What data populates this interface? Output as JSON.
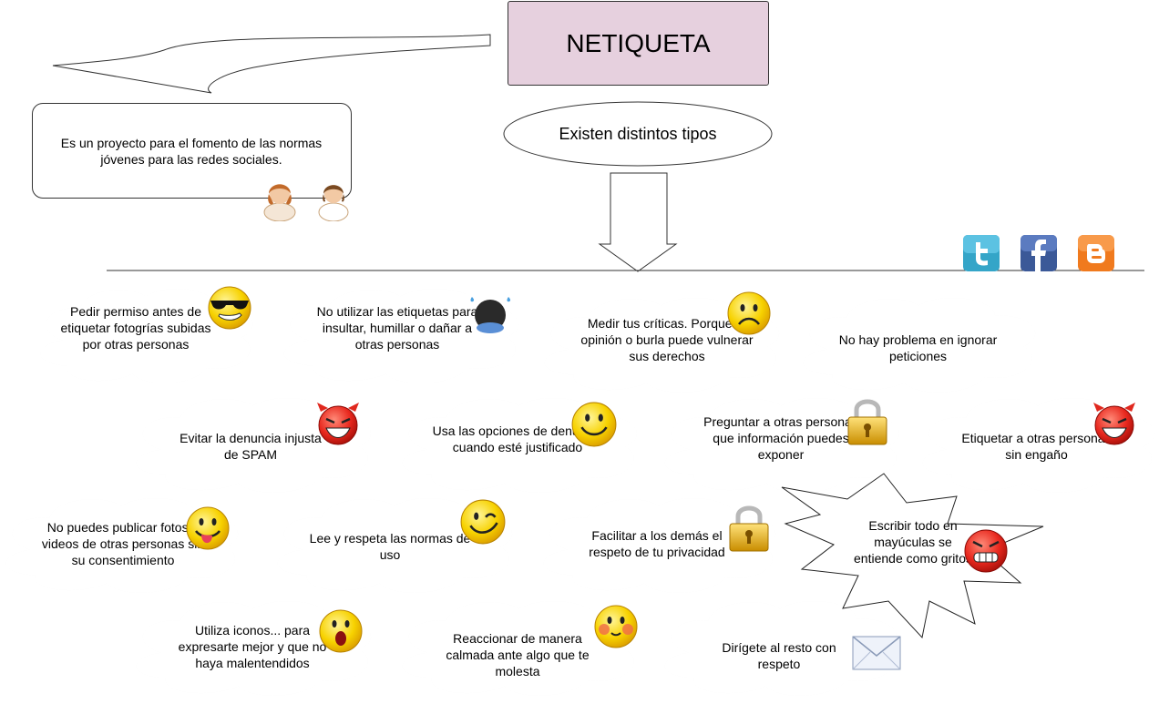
{
  "title": "NETIQUETA",
  "definition": "Es un proyecto para el fomento de las normas jóvenes para las redes sociales.",
  "types_label": "Existen distintos tipos",
  "social_icons": [
    "twitter-icon",
    "facebook-icon",
    "blogger-icon"
  ],
  "rules": [
    "Pedir permiso antes de etiquetar fotogrías subidas por otras personas",
    "No utilizar las etiquetas para insultar, humillar o dañar a otras personas",
    "Medir tus críticas. Porque tu opinión o burla puede vulnerar sus derechos",
    "No hay problema en ignorar peticiones",
    "Evitar la denuncia injusta de SPAM",
    "Usa las opciones de denuncia cuando esté justificado",
    "Preguntar a otras personas que información puedes exponer",
    "Etiquetar a otras personas sin engaño",
    "No puedes publicar fotos o videos de otras personas sin su consentimiento",
    "Lee y respeta las normas de uso",
    "Facilitar a los demás el respeto de tu privacidad",
    "Escribir todo en mayúculas se entiende como gritos",
    "Utiliza iconos... para expresarte mejor y que no haya malentendidos",
    "Reaccionar de manera calmada ante algo que te molesta",
    "Dirígete al resto con respeto"
  ],
  "colors": {
    "title_fill": "#e6d0de",
    "smiley": "#f5c400",
    "angry": "#e0281e",
    "lock": "#e0b020"
  }
}
